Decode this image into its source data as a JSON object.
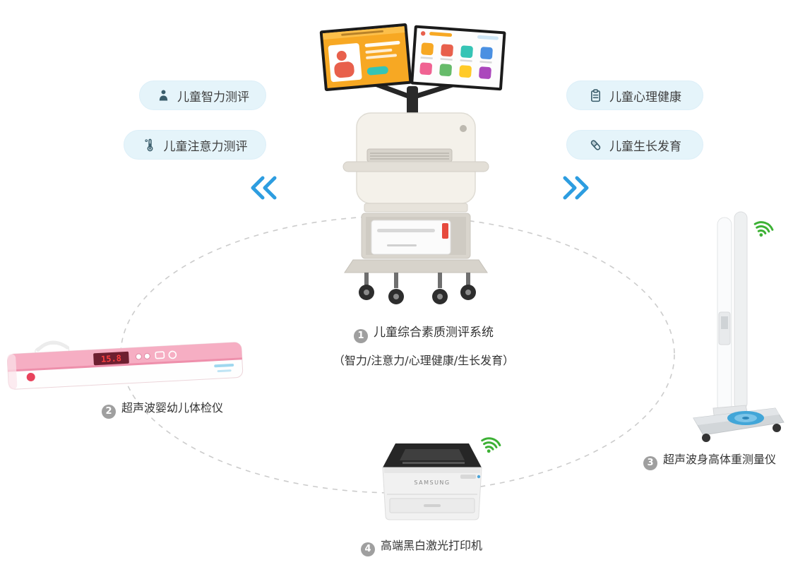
{
  "pills": {
    "intelligence": {
      "label": "儿童智力测评",
      "icon": "person-icon"
    },
    "attention": {
      "label": "儿童注意力测评",
      "icon": "thermometer-icon"
    },
    "mental": {
      "label": "儿童心理健康",
      "icon": "clipboard-icon"
    },
    "growth": {
      "label": "儿童生长发育",
      "icon": "capsule-icon"
    }
  },
  "captions": {
    "system": {
      "num": "1",
      "title": "儿童综合素质测评系统",
      "subtitle": "（智力/注意力/心理健康/生长发育）"
    },
    "infant": {
      "num": "2",
      "title": "超声波婴幼儿体检仪"
    },
    "station": {
      "num": "3",
      "title": "超声波身高体重测量仪"
    },
    "printer": {
      "num": "4",
      "title": "高端黑白激光打印机"
    }
  },
  "devices": {
    "printer_brand": "SAMSUNG",
    "infant_display": "15.8"
  },
  "colors": {
    "pill_bg": "#e5f4fa",
    "accent_blue": "#2d9de0",
    "wifi_green": "#3db135",
    "dash_gray": "#cccccc",
    "device_pink": "#f6aec3"
  }
}
